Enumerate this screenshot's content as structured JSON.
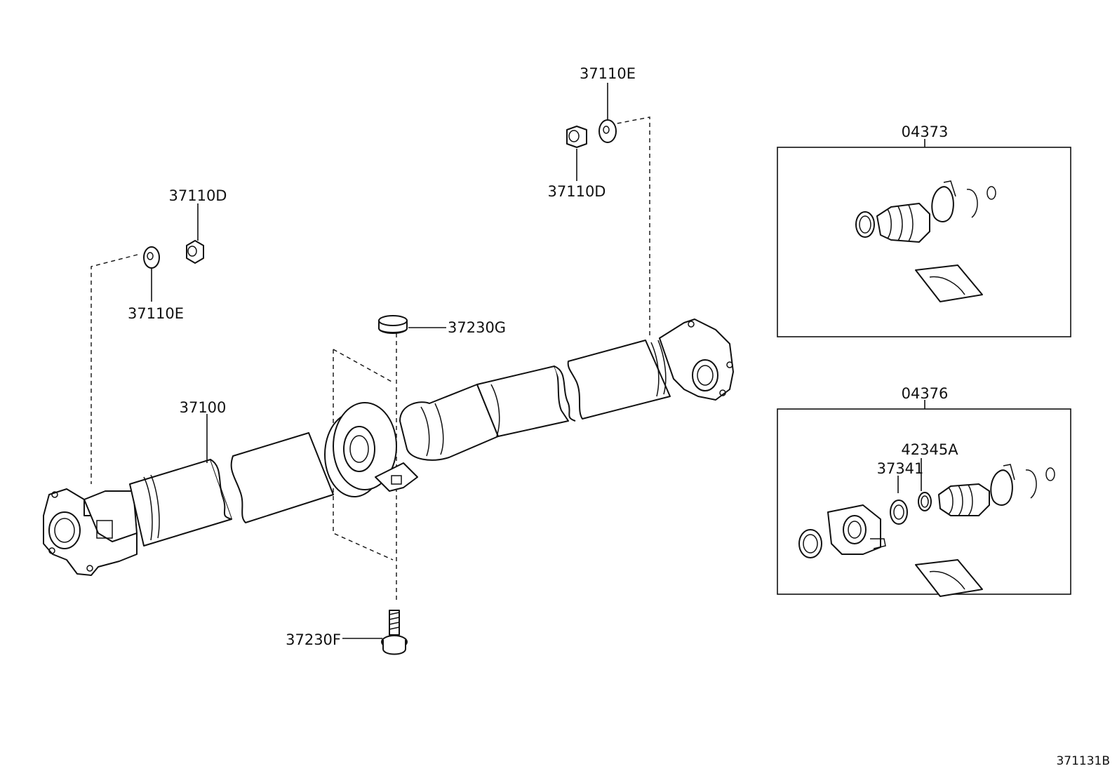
{
  "diagram": {
    "labels": {
      "nut_top": "37110E",
      "nut_top_lower": "37110D",
      "nut_left_upper": "37110D",
      "nut_left_lower": "37110E",
      "shaft_assy": "37100",
      "bearing_cushion": "37230G",
      "bearing_bolt": "37230F",
      "kit_boot_a": "04373",
      "kit_boot_b": "04376",
      "clamp": "42345A",
      "boot_ring": "37341"
    },
    "ref_code": "371131B"
  }
}
